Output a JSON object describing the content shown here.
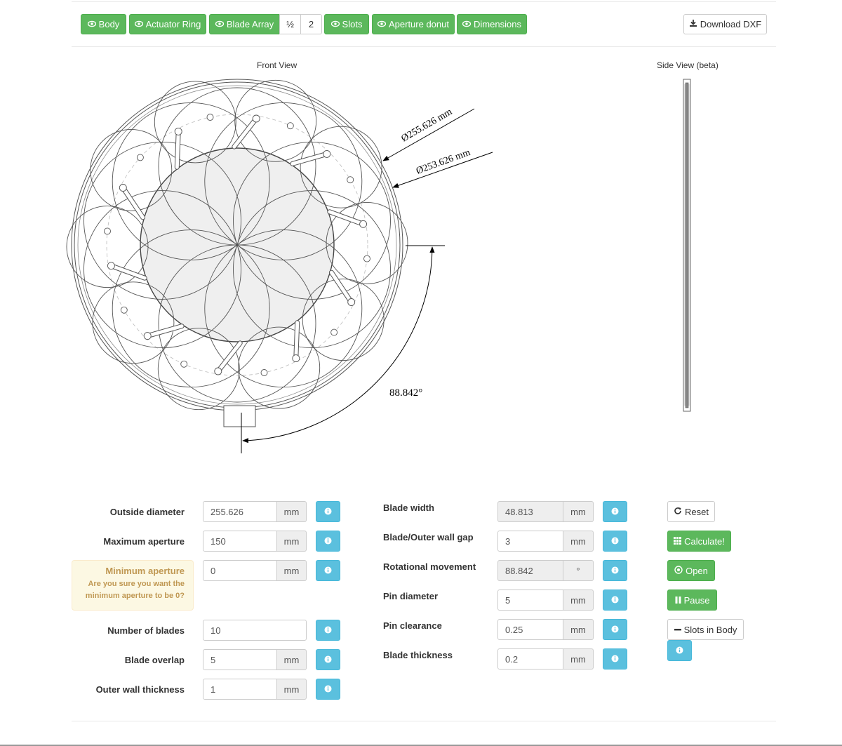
{
  "toolbar": {
    "body_label": "Body",
    "actuator_label": "Actuator Ring",
    "blade_array_label": "Blade Array",
    "half_label": "½",
    "two_label": "2",
    "slots_label": "Slots",
    "aperture_label": "Aperture donut",
    "dimensions_label": "Dimensions",
    "download_label": "Download DXF"
  },
  "views": {
    "front_title": "Front View",
    "side_title": "Side View (beta)"
  },
  "drawing": {
    "outer_dim": "Ø255.626 mm",
    "inner_dim": "Ø253.626 mm",
    "angle_dim": "88.842°"
  },
  "form": {
    "outside_diameter": {
      "label": "Outside diameter",
      "value": "255.626",
      "unit": "mm"
    },
    "max_aperture": {
      "label": "Maximum aperture",
      "value": "150",
      "unit": "mm"
    },
    "min_aperture": {
      "label": "Minimum aperture",
      "value": "0",
      "unit": "mm",
      "warning": "Are you sure you want the minimum aperture to be 0?"
    },
    "num_blades": {
      "label": "Number of blades",
      "value": "10"
    },
    "blade_overlap": {
      "label": "Blade overlap",
      "value": "5",
      "unit": "mm"
    },
    "outer_wall": {
      "label": "Outer wall thickness",
      "value": "1",
      "unit": "mm"
    },
    "blade_width": {
      "label": "Blade width",
      "value": "48.813",
      "unit": "mm"
    },
    "wall_gap": {
      "label": "Blade/Outer wall gap",
      "value": "3",
      "unit": "mm"
    },
    "rot_movement": {
      "label": "Rotational movement",
      "value": "88.842",
      "unit": "°"
    },
    "pin_diameter": {
      "label": "Pin diameter",
      "value": "5",
      "unit": "mm"
    },
    "pin_clearance": {
      "label": "Pin clearance",
      "value": "0.25",
      "unit": "mm"
    },
    "blade_thickness": {
      "label": "Blade thickness",
      "value": "0.2",
      "unit": "mm"
    }
  },
  "actions": {
    "reset": "Reset",
    "calculate": "Calculate!",
    "open": "Open",
    "pause": "Pause",
    "slots_in_body": "Slots in Body"
  },
  "colors": {
    "green": "#5cb85c",
    "info": "#5bc0de",
    "warning_bg": "#fcf8e3",
    "warning_text": "#c09853"
  },
  "icons": {
    "eye": "eye-icon",
    "download": "download-icon",
    "info": "info-icon",
    "reset": "refresh-icon",
    "calculate": "grid-icon",
    "open": "play-circle-icon",
    "pause": "pause-icon",
    "minus": "minus-icon"
  }
}
